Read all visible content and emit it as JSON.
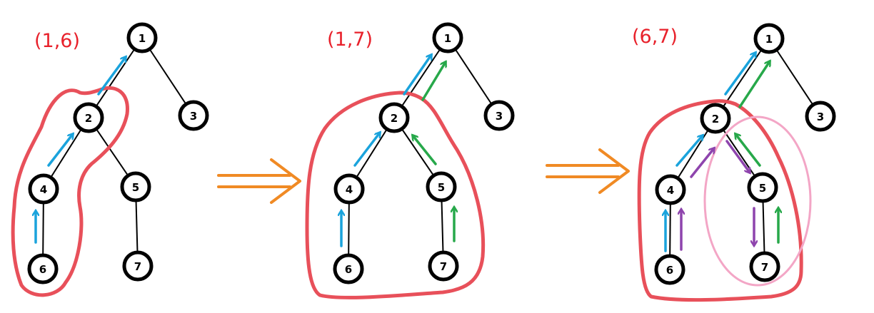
{
  "colors": {
    "blue": "#1aa3dc",
    "green": "#27a84a",
    "purple": "#8e44ad",
    "orange": "#f08a24",
    "red_outline": "#e8505a",
    "pink": "#f3a6c6",
    "label_red": "#e8212b"
  },
  "panels": [
    {
      "pair_label": "(1,6)"
    },
    {
      "pair_label": "(1,7)"
    },
    {
      "pair_label": "(6,7)"
    }
  ],
  "nodes": [
    "1",
    "2",
    "3",
    "4",
    "5",
    "6",
    "7"
  ],
  "edges": [
    [
      "1",
      "2"
    ],
    [
      "1",
      "3"
    ],
    [
      "2",
      "4"
    ],
    [
      "2",
      "5"
    ],
    [
      "4",
      "6"
    ],
    [
      "5",
      "7"
    ]
  ],
  "transition_arrows": [
    "double-arrow-right",
    "double-arrow-right"
  ]
}
